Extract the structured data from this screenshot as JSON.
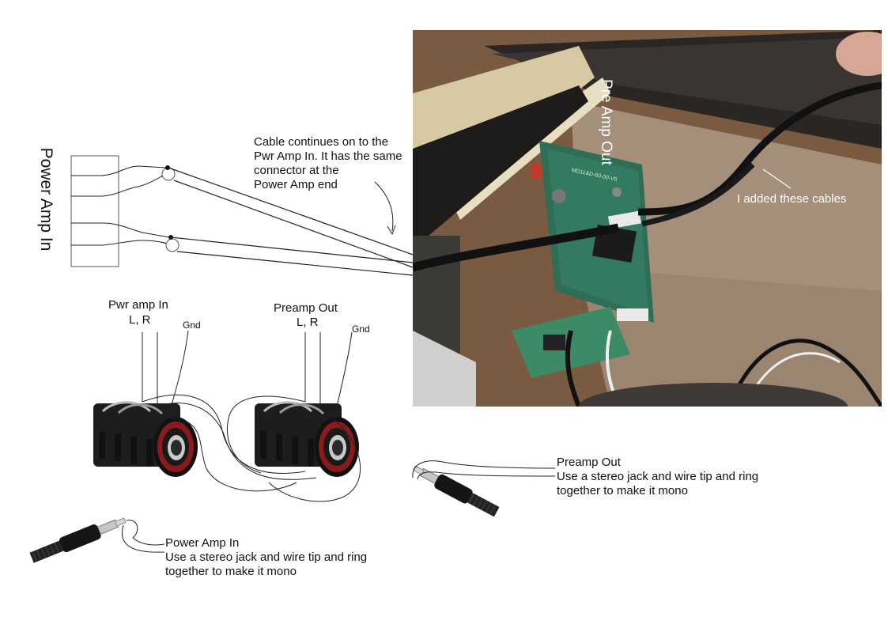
{
  "diagram": {
    "power_amp_in_label": "Power Amp In",
    "cable_note": [
      "Cable continues on to the",
      "Pwr Amp In. It has the same",
      "connector at the",
      "Power Amp end"
    ],
    "pwr_amp_jack": {
      "title": "Pwr amp In",
      "sub": "L, R",
      "gnd": "Gnd"
    },
    "preamp_jack": {
      "title": "Preamp Out",
      "sub": "L, R",
      "gnd": "Gnd"
    },
    "preamp_plug_note": [
      "Preamp Out",
      "Use a stereo jack and wire tip and ring",
      "together to make it mono"
    ],
    "power_plug_note": [
      "Power Amp In",
      "Use a stereo jack and wire tip and ring",
      "together to make it mono"
    ]
  },
  "photo": {
    "pre_amp_out_label": "Pre Amp Out",
    "added_cables_label": "I added  these cables",
    "board_print": "MD11&D-60-00-V5"
  }
}
